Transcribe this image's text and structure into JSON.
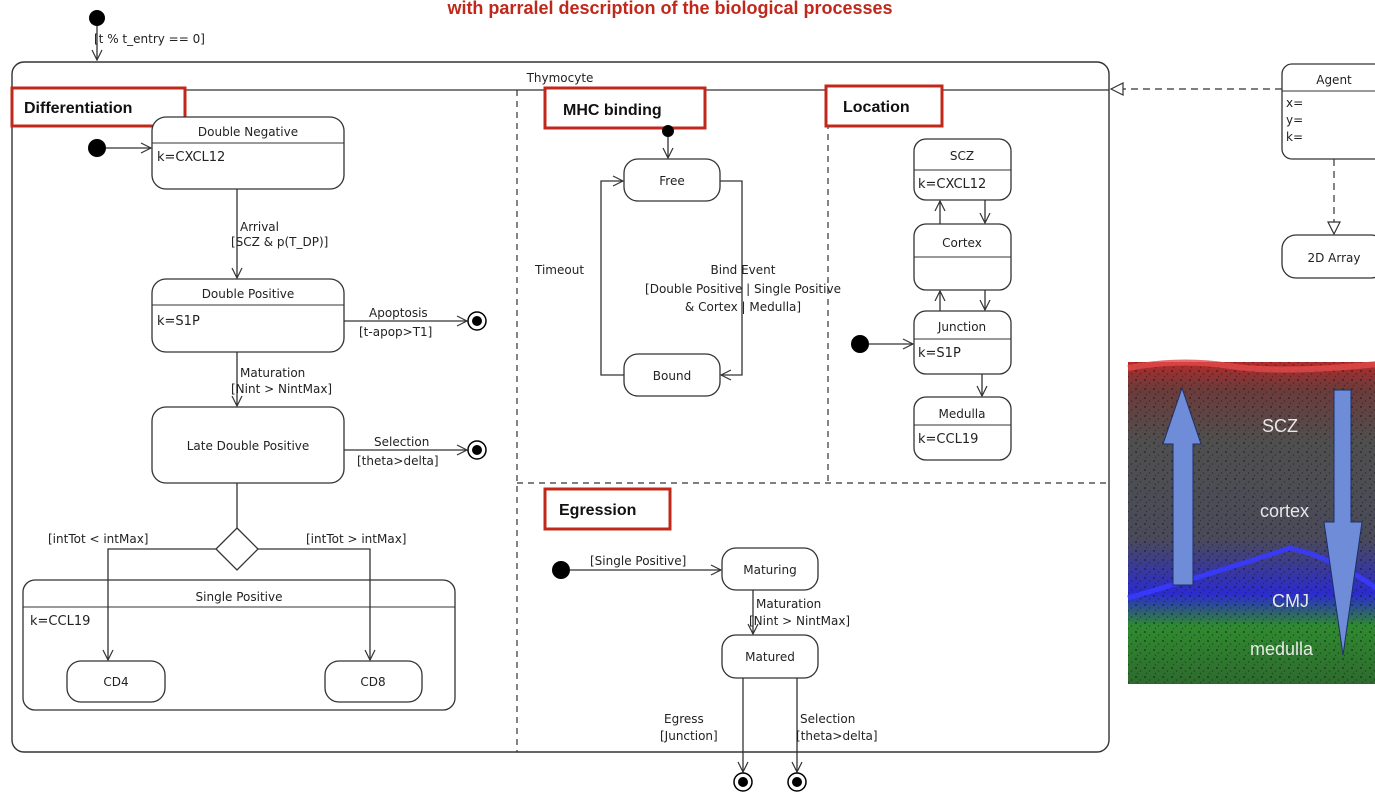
{
  "header": {
    "title": "with parralel description of the biological processes"
  },
  "initial_guard": "[t % t_entry == 0]",
  "thymocyte": {
    "title": "Thymocyte"
  },
  "regions": {
    "differentiation": "Differentiation",
    "mhc": "MHC binding",
    "location": "Location",
    "egression": "Egression"
  },
  "differentiation": {
    "double_negative": {
      "name": "Double Negative",
      "k": "k=CXCL12"
    },
    "arrival": {
      "event": "Arrival",
      "guard": "[SCZ & p(T_DP)]"
    },
    "double_positive": {
      "name": "Double Positive",
      "k": "k=S1P"
    },
    "apoptosis": {
      "event": "Apoptosis",
      "guard": "[t-apop>T1]"
    },
    "maturation": {
      "event": "Maturation",
      "guard": "[Nint > NintMax]"
    },
    "late_double_positive": {
      "name": "Late Double Positive"
    },
    "selection": {
      "event": "Selection",
      "guard": "[theta>delta]"
    },
    "guard_left": "[intTot < intMax]",
    "guard_right": "[intTot > intMax]",
    "single_positive": {
      "name": "Single Positive",
      "k": "k=CCL19"
    },
    "cd4": "CD4",
    "cd8": "CD8"
  },
  "mhc": {
    "free": "Free",
    "bound": "Bound",
    "timeout": "Timeout",
    "bind_event": [
      "Bind Event",
      "[Double Positive | Single Positive",
      "& Cortex | Medulla]"
    ]
  },
  "location": {
    "scz": {
      "name": "SCZ",
      "k": "k=CXCL12"
    },
    "cortex": {
      "name": "Cortex"
    },
    "junction": {
      "name": "Junction",
      "k": "k=S1P"
    },
    "medulla": {
      "name": "Medulla",
      "k": "k=CCL19"
    }
  },
  "egression": {
    "guard_sp": "[Single Positive]",
    "maturing": "Maturing",
    "maturation": {
      "event": "Maturation",
      "guard": "[Nint > NintMax]"
    },
    "matured": "Matured",
    "egress": {
      "event": "Egress",
      "guard": "[Junction]"
    },
    "selection": {
      "event": "Selection",
      "guard": "[theta>delta]"
    }
  },
  "agent": {
    "name": "Agent",
    "attrs": [
      "x=",
      "y=",
      "k="
    ]
  },
  "array2d": "2D Array",
  "thymus_image": {
    "labels": [
      "SCZ",
      "cortex",
      "CMJ",
      "medulla"
    ]
  },
  "colors": {
    "accent": "#c0281b",
    "line": "#333333"
  }
}
